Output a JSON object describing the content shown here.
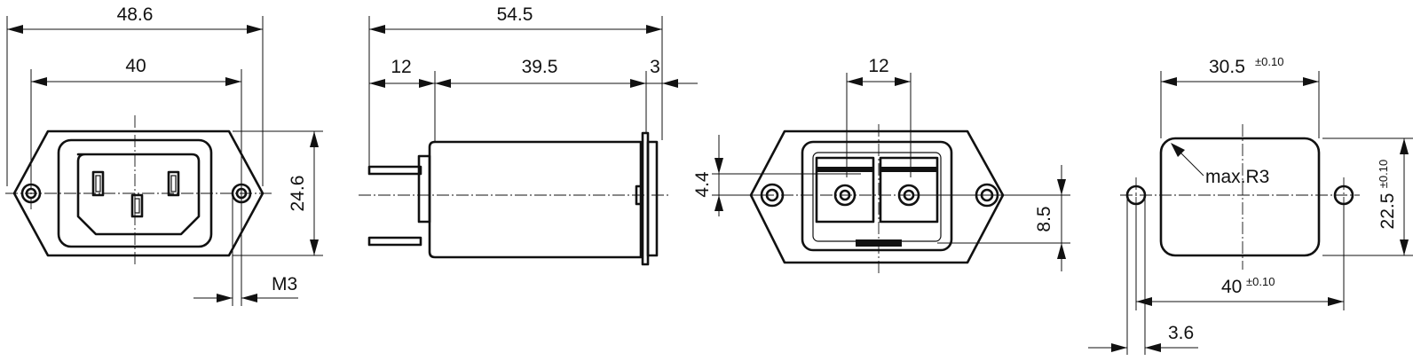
{
  "view1": {
    "overall_width": "48.6",
    "inlet_width": "40",
    "height": "24.6",
    "screw": "M3"
  },
  "view2": {
    "overall_length": "54.5",
    "tab_length": "12",
    "body_length": "39.5",
    "flange": "3"
  },
  "view3": {
    "contact_spacing": "12",
    "vertical_offset": "4.4",
    "tab_height": "8.5"
  },
  "view4": {
    "cutout_width": "30.5",
    "cutout_width_tol": "±0.10",
    "cutout_height": "22.5",
    "cutout_height_tol": "±0.10",
    "hole_spacing": "40",
    "hole_spacing_tol": "±0.10",
    "hole_diameter": "3.6",
    "corner_radius": "max.R3"
  }
}
